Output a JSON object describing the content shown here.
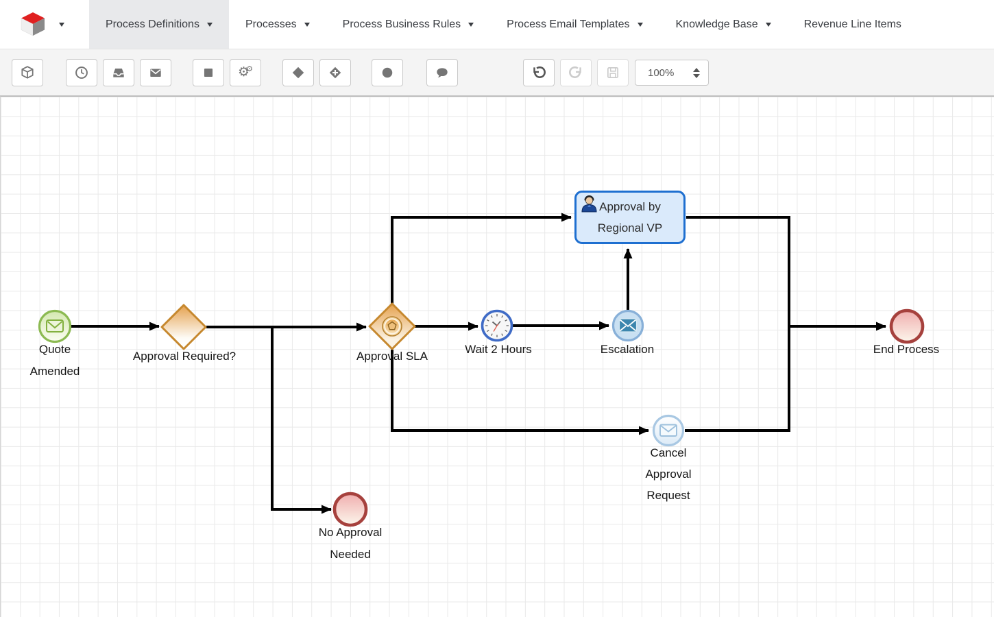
{
  "nav": {
    "items": [
      {
        "label": "Process Definitions",
        "active": true,
        "caret": true
      },
      {
        "label": "Processes",
        "active": false,
        "caret": true
      },
      {
        "label": "Process Business Rules",
        "active": false,
        "caret": true
      },
      {
        "label": "Process Email Templates",
        "active": false,
        "caret": true
      },
      {
        "label": "Knowledge Base",
        "active": false,
        "caret": true
      },
      {
        "label": "Revenue Line Items",
        "active": false,
        "caret": false
      }
    ]
  },
  "toolbar": {
    "zoom_value": "100%",
    "buttons": [
      {
        "icon": "cube-icon",
        "enabled": true
      },
      {
        "icon": "clock-icon",
        "enabled": true
      },
      {
        "icon": "inbox-icon",
        "enabled": true
      },
      {
        "icon": "envelope-icon",
        "enabled": true
      },
      {
        "icon": "square-icon",
        "enabled": true
      },
      {
        "icon": "gears-icon",
        "enabled": true
      },
      {
        "icon": "diamond-icon",
        "enabled": true
      },
      {
        "icon": "diamond-plus-icon",
        "enabled": true
      },
      {
        "icon": "circle-icon",
        "enabled": true
      },
      {
        "icon": "comment-icon",
        "enabled": true
      },
      {
        "icon": "undo-icon",
        "enabled": true
      },
      {
        "icon": "redo-icon",
        "enabled": false
      },
      {
        "icon": "save-icon",
        "enabled": false
      }
    ]
  },
  "diagram": {
    "nodes": {
      "start": {
        "label": "Quote\nAmended",
        "type": "start-message-event"
      },
      "gateway": {
        "label": "Approval Required?",
        "type": "exclusive-gateway"
      },
      "sla": {
        "label": "Approval SLA",
        "type": "event-based-gateway"
      },
      "timer": {
        "label": "Wait 2 Hours",
        "type": "timer-event"
      },
      "escalation": {
        "label": "Escalation",
        "type": "message-event"
      },
      "task": {
        "label": "Approval by\nRegional VP",
        "type": "user-task"
      },
      "cancel": {
        "label": "Cancel\nApproval\nRequest",
        "type": "message-event"
      },
      "end": {
        "label": "End Process",
        "type": "end-event"
      },
      "no_approval": {
        "label": "No Approval\nNeeded",
        "type": "end-event"
      }
    },
    "colors": {
      "start_event_green": "#8cba52",
      "gateway_orange": "#c6882e",
      "timer_blue": "#3f6bc6",
      "message_blue": "#88b0d8",
      "task_border_blue": "#1e6fd0",
      "task_fill_blue": "#daeafb",
      "end_event_red": "#a6413d",
      "connector_black": "#010101",
      "active_tab_bg": "#e8e9eb"
    }
  }
}
